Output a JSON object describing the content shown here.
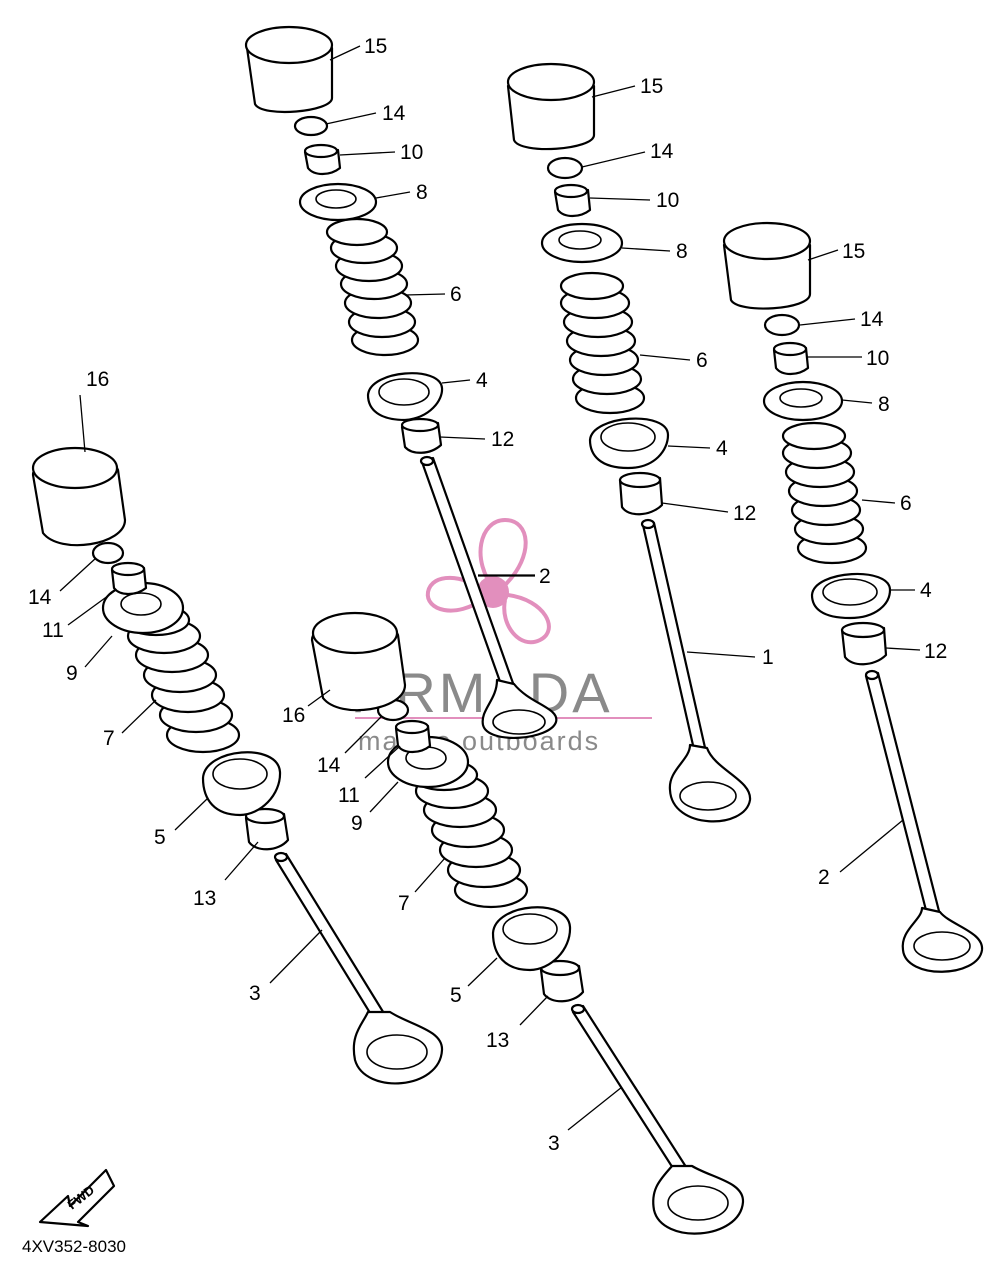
{
  "diagram": {
    "drawing_code": "4XV352-8030",
    "fwd_label": "FWD",
    "watermark": {
      "brand": "ARMADA",
      "tagline": "marine outboards",
      "brand_color": "#8a8a8a",
      "logo_color": "#e28fbd"
    },
    "callouts": {
      "a15": "15",
      "a14": "14",
      "a10": "10",
      "a8": "8",
      "a6": "6",
      "a4": "4",
      "a12": "12",
      "a2": "2",
      "b15": "15",
      "b14": "14",
      "b10": "10",
      "b8": "8",
      "b6": "6",
      "b4": "4",
      "b12": "12",
      "b1": "1",
      "c15": "15",
      "c14": "14",
      "c10": "10",
      "c8": "8",
      "c6": "6",
      "c4": "4",
      "c12": "12",
      "c2": "2",
      "d16": "16",
      "d14": "14",
      "d11": "11",
      "d9": "9",
      "d7": "7",
      "d5": "5",
      "d13": "13",
      "d3": "3",
      "e16": "16",
      "e14": "14",
      "e11": "11",
      "e9": "9",
      "e7": "7",
      "e5": "5",
      "e13": "13",
      "e3": "3"
    }
  }
}
